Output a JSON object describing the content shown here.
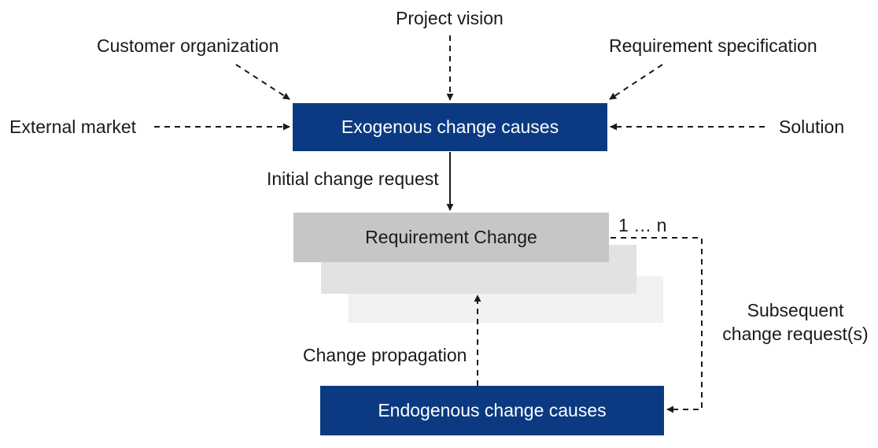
{
  "labels": {
    "project_vision": "Project vision",
    "customer_organization": "Customer organization",
    "requirement_specification": "Requirement specification",
    "external_market": "External market",
    "solution": "Solution",
    "initial_change_request": "Initial change request",
    "multiplicity": "1 … n",
    "subsequent_line1": "Subsequent",
    "subsequent_line2": "change request(s)",
    "change_propagation": "Change propagation"
  },
  "boxes": {
    "exogenous": "Exogenous change causes",
    "requirement_change": "Requirement Change",
    "endogenous": "Endogenous change causes"
  },
  "colors": {
    "box_dark": "#0b3a82",
    "box_gray": "#c6c6c6",
    "arrow": "#1a1a1a"
  }
}
